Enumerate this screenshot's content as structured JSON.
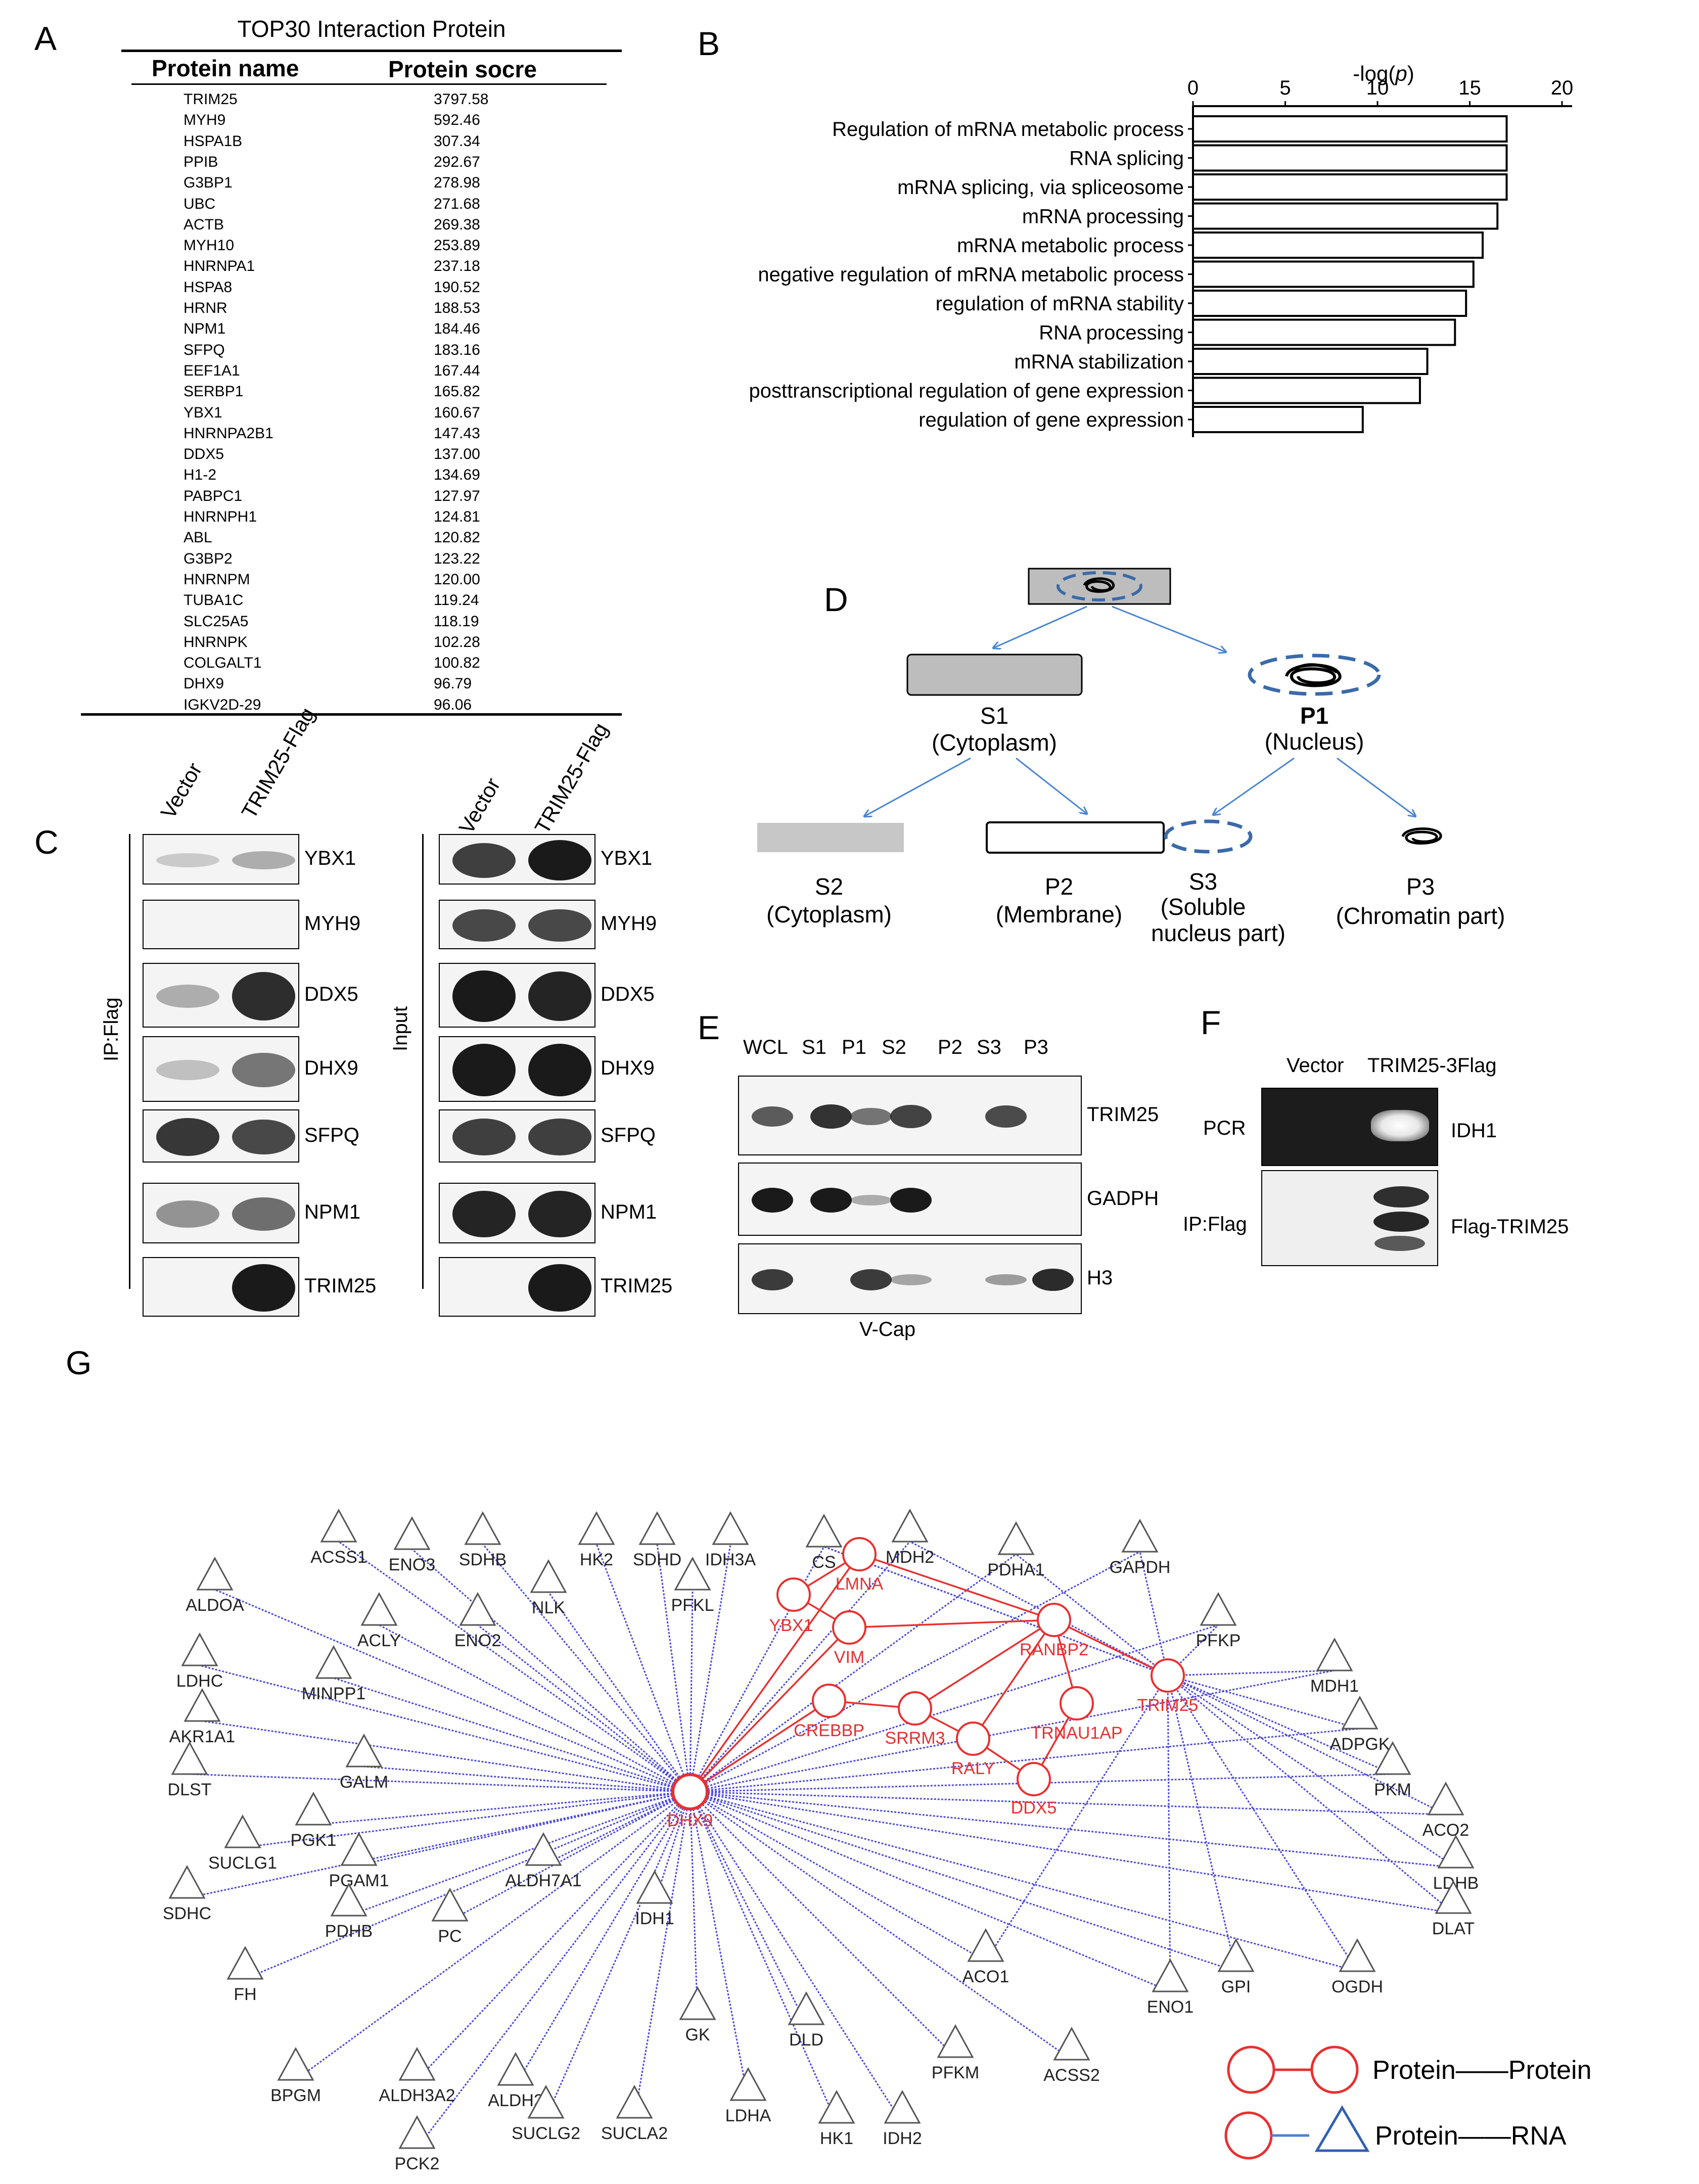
{
  "panel_letters": [
    "A",
    "B",
    "C",
    "D",
    "E",
    "F",
    "G"
  ],
  "panelA": {
    "title": "TOP30 Interaction Protein",
    "col1": "Protein name",
    "col2": "Protein socre",
    "rows": [
      [
        "TRIM25",
        "3797.58"
      ],
      [
        "MYH9",
        "592.46"
      ],
      [
        "HSPA1B",
        "307.34"
      ],
      [
        "PPIB",
        "292.67"
      ],
      [
        "G3BP1",
        "278.98"
      ],
      [
        "UBC",
        "271.68"
      ],
      [
        "ACTB",
        "269.38"
      ],
      [
        "MYH10",
        "253.89"
      ],
      [
        "HNRNPA1",
        "237.18"
      ],
      [
        "HSPA8",
        "190.52"
      ],
      [
        "HRNR",
        "188.53"
      ],
      [
        "NPM1",
        "184.46"
      ],
      [
        "SFPQ",
        "183.16"
      ],
      [
        "EEF1A1",
        "167.44"
      ],
      [
        "SERBP1",
        "165.82"
      ],
      [
        "YBX1",
        "160.67"
      ],
      [
        "HNRNPA2B1",
        "147.43"
      ],
      [
        "DDX5",
        "137.00"
      ],
      [
        "H1-2",
        "134.69"
      ],
      [
        "PABPC1",
        "127.97"
      ],
      [
        "HNRNPH1",
        "124.81"
      ],
      [
        "ABL",
        "120.82"
      ],
      [
        "G3BP2",
        "123.22"
      ],
      [
        "HNRNPM",
        "120.00"
      ],
      [
        "TUBA1C",
        "119.24"
      ],
      [
        "SLC25A5",
        "118.19"
      ],
      [
        "HNRNPK",
        "102.28"
      ],
      [
        "COLGALT1",
        "100.82"
      ],
      [
        "DHX9",
        "96.79"
      ],
      [
        "IGKV2D-29",
        "96.06"
      ]
    ]
  },
  "chart_data": {
    "type": "bar",
    "orientation": "horizontal",
    "title": "",
    "xlabel_prefix": "-log(",
    "xlabel_var": "p",
    "xlabel_suffix": ")",
    "xlim": [
      0,
      20
    ],
    "xticks": [
      "0",
      "5",
      "10",
      "15",
      "20"
    ],
    "categories": [
      "Regulation of mRNA metabolic process",
      "RNA splicing",
      "mRNA splicing, via spliceosome",
      "mRNA processing",
      "mRNA metabolic process",
      "negative regulation of mRNA metabolic process",
      "regulation of mRNA stability",
      "RNA processing",
      "mRNA stabilization",
      "posttranscriptional regulation of gene expression",
      "regulation of gene expression"
    ],
    "values": [
      17.0,
      17.0,
      17.0,
      16.5,
      15.7,
      15.2,
      14.8,
      14.2,
      12.7,
      12.3,
      9.2
    ]
  },
  "panelC": {
    "lanes": [
      "Vector",
      "TRIM25-Flag"
    ],
    "ip_label": "IP:Flag",
    "input_label": "Input",
    "rows": [
      "YBX1",
      "MYH9",
      "DDX5",
      "DHX9",
      "SFPQ",
      "NPM1",
      "TRIM25"
    ],
    "ip_intensity": [
      [
        0.05,
        0.2
      ],
      [
        0.0,
        0.0
      ],
      [
        0.2,
        0.9
      ],
      [
        0.1,
        0.5
      ],
      [
        0.85,
        0.75
      ],
      [
        0.35,
        0.55
      ],
      [
        0.0,
        1.0
      ]
    ],
    "input_intensity": [
      [
        0.8,
        1.0
      ],
      [
        0.75,
        0.75
      ],
      [
        1.0,
        0.95
      ],
      [
        1.0,
        1.0
      ],
      [
        0.8,
        0.8
      ],
      [
        0.95,
        0.95
      ],
      [
        0.0,
        1.0
      ]
    ]
  },
  "panelD": {
    "s1": "S1",
    "s1_sub": "(Cytoplasm)",
    "p1": "P1",
    "p1_sub": "(Nucleus)",
    "s2": "S2",
    "s2_sub": "(Cytoplasm)",
    "p2": "P2",
    "p2_sub": "(Membrane)",
    "s3": "S3",
    "s3_sub1": "(Soluble",
    "s3_sub2": "nucleus part)",
    "p3": "P3",
    "p3_sub": "(Chromatin  part)"
  },
  "panelE": {
    "lanes": [
      "WCL",
      "S1",
      "P1",
      "S2",
      "P2",
      "S3",
      "P3"
    ],
    "rows": [
      "TRIM25",
      "GADPH",
      "H3"
    ],
    "caption": "V-Cap",
    "intensity": [
      [
        0.6,
        0.85,
        0.45,
        0.75,
        0.0,
        0.7,
        0.0
      ],
      [
        1.0,
        1.0,
        0.1,
        1.0,
        0.0,
        0.0,
        0.0
      ],
      [
        0.8,
        0.0,
        0.8,
        0.15,
        0.0,
        0.2,
        0.9
      ]
    ]
  },
  "panelF": {
    "lanes": [
      "Vector",
      "TRIM25-3Flag"
    ],
    "row1_left": "PCR",
    "row1_right": "IDH1",
    "row2_left": "IP:Flag",
    "row2_right": "Flag-TRIM25"
  },
  "panelG": {
    "legend_pp": "Protein——Protein",
    "legend_pr": "Protein——RNA",
    "colors": {
      "protein": "#e83030",
      "rna_edge": "#4a4ae0",
      "rna_node": "#555555",
      "legend_triangle": "#3060b0",
      "legend_line": "#5080d0"
    },
    "proteins": [
      "DHX9",
      "LMNA",
      "YBX1",
      "VIM",
      "RANBP2",
      "TRIM25",
      "CREBBP",
      "SRRM3",
      "TRNAU1AP",
      "RALY",
      "DDX5"
    ],
    "rnas": [
      "ACSS1",
      "ENO3",
      "SDHB",
      "HK2",
      "SDHD",
      "IDH3A",
      "CS",
      "MDH2",
      "PDHA1",
      "GAPDH",
      "ALDOA",
      "NLK",
      "PFKL",
      "ACLY",
      "ENO2",
      "PFKP",
      "LDHC",
      "MINPP1",
      "MDH1",
      "AKR1A1",
      "ADPGK",
      "GALM",
      "DLST",
      "PKM",
      "PGK1",
      "ACO2",
      "SUCLG1",
      "PGAM1",
      "ALDH7A1",
      "LDHB",
      "SDHC",
      "DLAT",
      "PDHB",
      "PC",
      "IDH1",
      "ACO1",
      "GPI",
      "OGDH",
      "FH",
      "ENO1",
      "GK",
      "DLD",
      "PFKM",
      "ACSS2",
      "BPGM",
      "ALDH3A2",
      "ALDH2",
      "LDHA",
      "HK1",
      "IDH2",
      "PCK2",
      "SUCLG2",
      "SUCLA2"
    ]
  }
}
